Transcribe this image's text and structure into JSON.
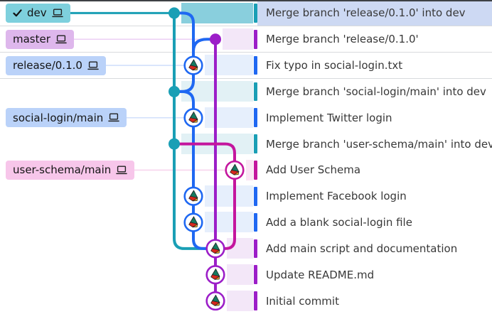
{
  "view": {
    "name": "git graph",
    "row_count": 12
  },
  "colors": {
    "teal": "#1a9fb5",
    "blue": "#1f68f2",
    "purple": "#9c1ec8",
    "magenta": "#c4169e",
    "teal_label_bg": "#7ed0dd",
    "purple_label_bg": "#deb7ec",
    "blue_label_bg": "#bad2f9",
    "magenta_label_bg": "#f7c6ea",
    "teal_tint": "#e2f1f5",
    "blue_tint": "#e6effc",
    "purple_tint": "#f3e7f8",
    "magenta_tint": "#fae5f4",
    "selected_graph_tint": "#89cfdd",
    "selected_row_bg": "#cdd9f3",
    "connector_blue": "#d2e0fb",
    "connector_purple": "#eccff4",
    "connector_magenta": "#f8d4ee",
    "label_text": "#141414",
    "message_text": "#383838",
    "separator": "#d8dadd",
    "top_border": "#3e4145",
    "icon_stroke": "#222222",
    "avatar_green": "#167a60",
    "avatar_red": "#d7271d",
    "avatar_yellow": "#f2a71e",
    "avatar_white": "#f2f2f2"
  },
  "icons": {
    "checked_out_branch": "check-icon",
    "local_branch_machine": "laptop-icon",
    "commit_author": "avatar-tetrahedron-icon"
  },
  "branches": [
    {
      "name": "dev",
      "checked_out": true,
      "color": "teal",
      "row": 0
    },
    {
      "name": "master",
      "checked_out": false,
      "color": "purple",
      "row": 1
    },
    {
      "name": "release/0.1.0",
      "checked_out": false,
      "color": "blue",
      "row": 2
    },
    {
      "name": "social-login/main",
      "checked_out": false,
      "color": "blue",
      "row": 4
    },
    {
      "name": "user-schema/main",
      "checked_out": false,
      "color": "magenta",
      "row": 6
    }
  ],
  "commits": [
    {
      "message": "Merge branch 'release/0.1.0' into dev",
      "color": "teal",
      "node": "dot",
      "col": 1,
      "selected": true
    },
    {
      "message": "Merge branch 'release/0.1.0'",
      "color": "purple",
      "node": "dot",
      "col": 3,
      "selected": false
    },
    {
      "message": "Fix typo in social-login.txt",
      "color": "blue",
      "node": "avatar",
      "col": 2,
      "selected": false
    },
    {
      "message": "Merge branch 'social-login/main' into dev",
      "color": "teal",
      "node": "dot",
      "col": 1,
      "selected": false
    },
    {
      "message": "Implement Twitter login",
      "color": "blue",
      "node": "avatar",
      "col": 2,
      "selected": false
    },
    {
      "message": "Merge branch 'user-schema/main' into dev",
      "color": "teal",
      "node": "dot",
      "col": 1,
      "selected": false
    },
    {
      "message": "Add User Schema",
      "color": "magenta",
      "node": "avatar",
      "col": 4,
      "selected": false
    },
    {
      "message": "Implement Facebook login",
      "color": "blue",
      "node": "avatar",
      "col": 2,
      "selected": false
    },
    {
      "message": "Add a blank social-login file",
      "color": "blue",
      "node": "avatar",
      "col": 2,
      "selected": false
    },
    {
      "message": "Add main script and documentation",
      "color": "purple",
      "node": "avatar",
      "col": 3,
      "selected": false
    },
    {
      "message": "Update README.md",
      "color": "purple",
      "node": "avatar",
      "col": 3,
      "selected": false
    },
    {
      "message": "Initial commit",
      "color": "purple",
      "node": "avatar",
      "col": 3,
      "selected": false
    }
  ]
}
